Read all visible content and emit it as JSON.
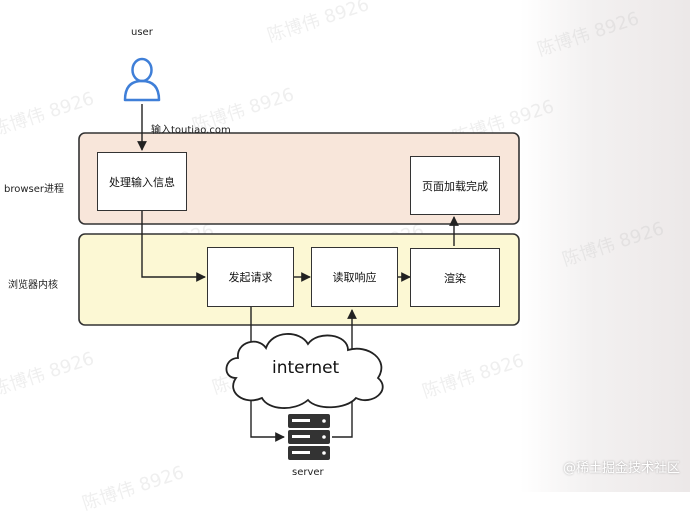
{
  "diagram": {
    "user_label": "user",
    "input_label": "输入toutiao.com",
    "browser_process_label": "browser进程",
    "render_process_label": "浏览器内核",
    "nodes": {
      "handle_input": "处理输入信息",
      "page_loaded": "页面加载完成",
      "send_request": "发起请求",
      "read_response": "读取响应",
      "render": "渲染"
    },
    "cloud_label": "internet",
    "server_label": "server",
    "watermark_text": "陈博伟 8926",
    "credit": "@稀土掘金技术社区"
  },
  "colors": {
    "browser_band": "#f8e6da",
    "kernel_band": "#fcf8d4",
    "user_icon": "#3f7fd8",
    "outline": "#333333"
  },
  "icons": [
    "user-icon",
    "cloud-icon",
    "server-icon"
  ]
}
